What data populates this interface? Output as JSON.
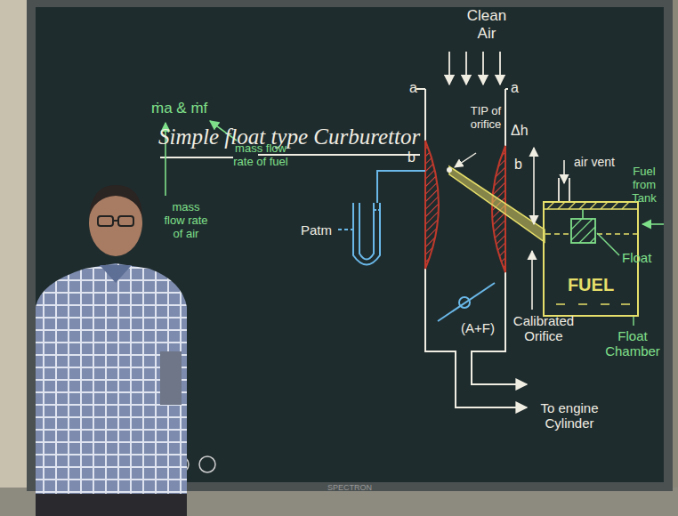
{
  "diagram": {
    "title": "Simple float type Curburettor",
    "nodes": [
      {
        "text": [
          "FUEL"
        ]
      }
    ],
    "labels": [
      "Clean Air",
      "a",
      "a",
      "b",
      "b",
      "Δh",
      "TIP of orifice",
      "air vent",
      "Fuel from Tank",
      "Float",
      "Float Chamber",
      "Calibrated Orifice",
      "(A+F)",
      "To engine Cylinder",
      "Patm",
      "ṁa & ṁf",
      "mass flow rate of air",
      "mass flow rate of fuel",
      "SPECTRON"
    ]
  }
}
